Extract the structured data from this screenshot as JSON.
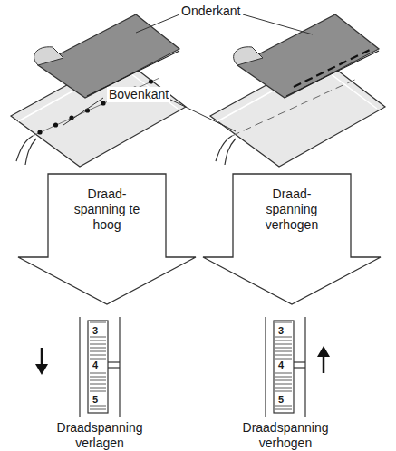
{
  "diagram": {
    "nodes": [
      {
        "text": [
          "Draad- spanning te hoog"
        ]
      },
      {
        "text": [
          "Draad- spanning verhogen"
        ]
      }
    ],
    "labels": [
      "Onderkant",
      "Bovenkant",
      "3",
      "4",
      "5",
      "3",
      "4",
      "5",
      "Draadspanning verlagen",
      "Draadspanning verhogen"
    ]
  }
}
